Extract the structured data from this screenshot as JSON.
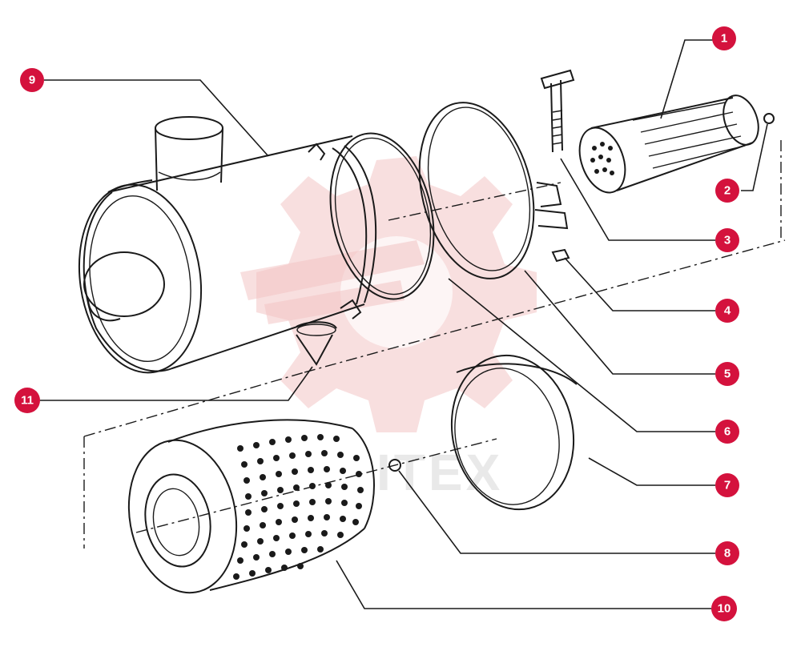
{
  "diagram": {
    "callouts": [
      {
        "id": "callout-1",
        "label": "1"
      },
      {
        "id": "callout-2",
        "label": "2"
      },
      {
        "id": "callout-3",
        "label": "3"
      },
      {
        "id": "callout-4",
        "label": "4"
      },
      {
        "id": "callout-5",
        "label": "5"
      },
      {
        "id": "callout-6",
        "label": "6"
      },
      {
        "id": "callout-7",
        "label": "7"
      },
      {
        "id": "callout-8",
        "label": "8"
      },
      {
        "id": "callout-9",
        "label": "9"
      },
      {
        "id": "callout-10",
        "label": "10"
      },
      {
        "id": "callout-11",
        "label": "11"
      }
    ],
    "watermark_text": "ITEX",
    "colors": {
      "badge": "#d4123d",
      "line": "#1a1a1a",
      "watermark": "#f0b9b9"
    }
  }
}
